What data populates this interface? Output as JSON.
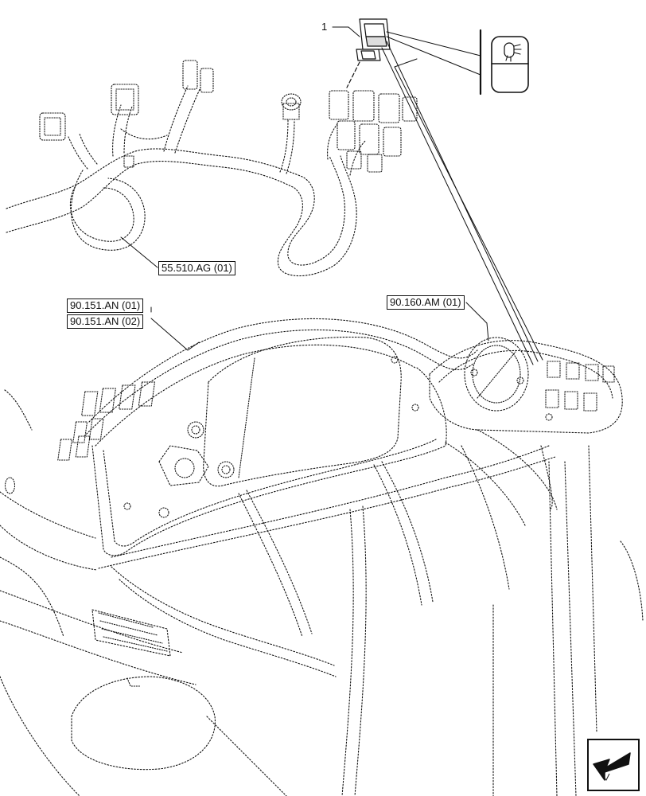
{
  "callouts": {
    "item_1": "1"
  },
  "references": {
    "wiring_harness": "55.510.AG (01)",
    "instrument_panel_a": "90.151.AN (01)",
    "instrument_panel_b": "90.151.AN (02)",
    "side_console": "90.160.AM (01)"
  },
  "icons": {
    "switch_symbol": "work-light-icon",
    "navigation": "previous-page-arrow-icon"
  },
  "colors": {
    "line": "#111111",
    "background": "#ffffff"
  }
}
